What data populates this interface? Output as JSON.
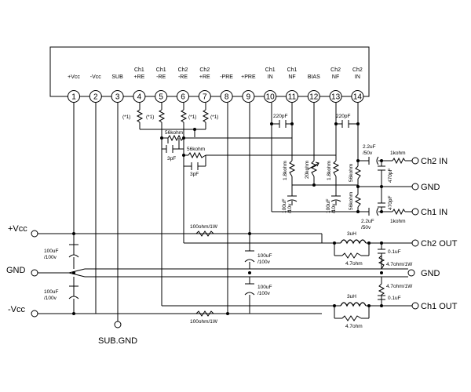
{
  "pins": [
    {
      "num": "1",
      "label1": "+Vcc",
      "label2": ""
    },
    {
      "num": "2",
      "label1": "-Vcc",
      "label2": ""
    },
    {
      "num": "3",
      "label1": "SUB",
      "label2": ""
    },
    {
      "num": "4",
      "label1": "Ch1",
      "label2": "+RE"
    },
    {
      "num": "5",
      "label1": "Ch1",
      "label2": "-RE"
    },
    {
      "num": "6",
      "label1": "Ch2",
      "label2": "-RE"
    },
    {
      "num": "7",
      "label1": "Ch2",
      "label2": "+RE"
    },
    {
      "num": "8",
      "label1": "-PRE",
      "label2": ""
    },
    {
      "num": "9",
      "label1": "+PRE",
      "label2": ""
    },
    {
      "num": "10",
      "label1": "Ch1",
      "label2": "IN"
    },
    {
      "num": "11",
      "label1": "Ch1",
      "label2": "NF"
    },
    {
      "num": "12",
      "label1": "BIAS",
      "label2": ""
    },
    {
      "num": "13",
      "label1": "Ch2",
      "label2": "NF"
    },
    {
      "num": "14",
      "label1": "Ch2",
      "label2": "IN"
    }
  ],
  "terminals": {
    "vcc_plus": "+Vcc",
    "gnd_left": "GND",
    "vcc_minus": "-Vcc",
    "sub_gnd": "SUB.GND",
    "ch2_in": "Ch2 IN",
    "gnd_in": "GND",
    "ch1_in": "Ch1 IN",
    "ch2_out": "Ch2 OUT",
    "gnd_out": "GND",
    "ch1_out": "Ch1 OUT"
  },
  "components": {
    "star4": "(*1)",
    "star5": "(*1)",
    "star6": "(*1)",
    "star7": "(*1)",
    "r56k_a": "56kohm",
    "c3pf_a": "3pF",
    "r56k_b": "56kohm",
    "c3pf_b": "3pF",
    "c220_a": "220pF",
    "c220_b": "220pF",
    "r18k_a1": "1.8kohm",
    "r20k": "20kohm",
    "r18k_b1": "1.8kohm",
    "c100_a": "100uF",
    "c100_a2": "/10v",
    "c100_b": "100uF",
    "c100_b2": "/10v",
    "r56k_c": "56kohm",
    "r56k_d": "56kohm",
    "c22_a": "2.2uF",
    "c22_a2": "/50v",
    "c22_b": "2.2uF",
    "c22_b2": "/50v",
    "r1k_a": "1kohm",
    "r1k_b": "1kohm",
    "c470_a": "470pF",
    "c470_b": "470pF",
    "r100_top": "100ohm/1W",
    "r100_bot": "100ohm/1W",
    "cps1": "100uF",
    "cps1b": "/100v",
    "cps2": "100uF",
    "cps2b": "/100v",
    "cps3": "100uF",
    "cps3b": "/100v",
    "cps4": "100uF",
    "cps4b": "/100v",
    "l_a": "3uH",
    "l_a_r": "4.7ohm",
    "l_b": "3uH",
    "l_b_r": "4.7ohm",
    "c01_a": "0.1uF",
    "c01_b": "0.1uF",
    "r47_a": "4.7ohm/1W",
    "r47_b": "4.7ohm/1W"
  }
}
